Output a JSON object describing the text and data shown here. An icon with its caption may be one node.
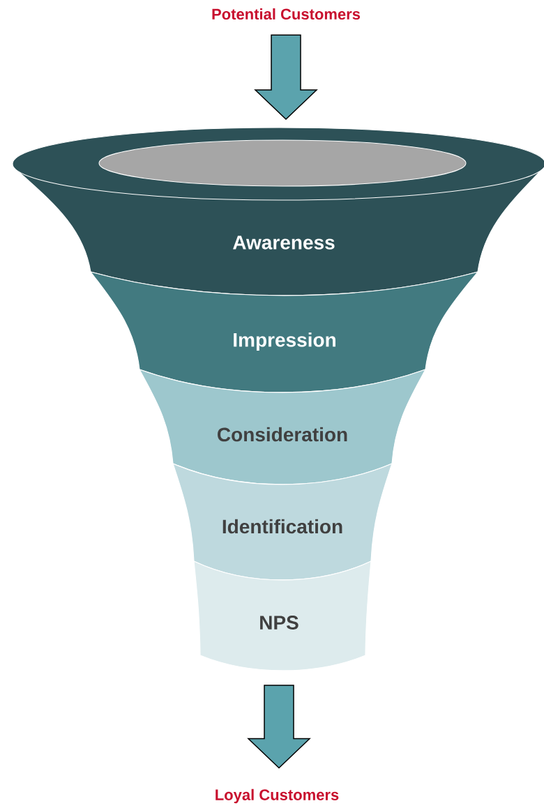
{
  "diagram": {
    "nodes": [
      {
        "text": [
          "Potential Customers"
        ]
      },
      {
        "text": [
          "Awareness"
        ]
      },
      {
        "text": [
          "Impression"
        ]
      },
      {
        "text": [
          "Consideration"
        ]
      },
      {
        "text": [
          "Identification"
        ]
      },
      {
        "text": [
          "NPS"
        ]
      },
      {
        "text": [
          "Loyal Customers"
        ]
      }
    ],
    "edges": [
      {
        "from": 0,
        "to": 1,
        "arrow": "to"
      },
      {
        "from": 5,
        "to": 6,
        "arrow": "to"
      }
    ]
  }
}
